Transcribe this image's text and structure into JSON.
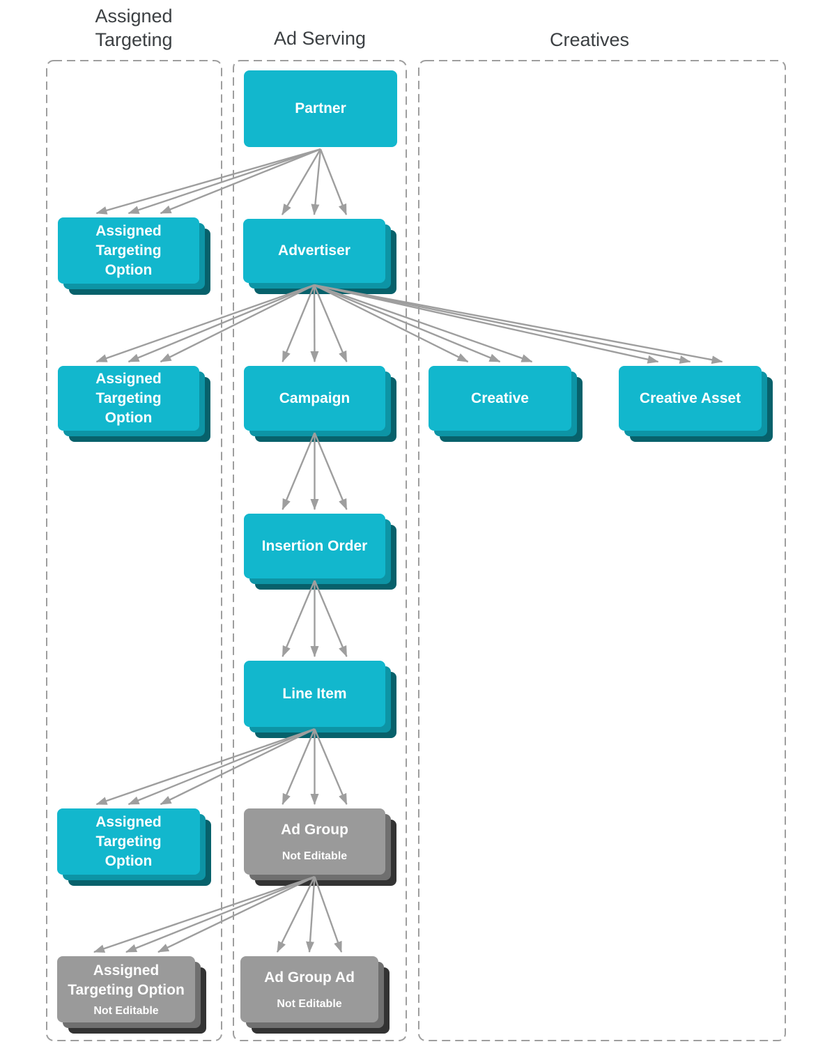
{
  "columns": [
    {
      "id": "assigned-targeting",
      "title": "Assigned Targeting"
    },
    {
      "id": "ad-serving",
      "title": "Ad Serving"
    },
    {
      "id": "creatives",
      "title": "Creatives"
    }
  ],
  "nodes": [
    {
      "id": "partner",
      "column": "ad-serving",
      "label": "Partner",
      "sublabel": "",
      "style": "cyan",
      "stacked": false
    },
    {
      "id": "assigned-targeting-option-1",
      "column": "assigned-targeting",
      "label": "Assigned\nTargeting\nOption",
      "sublabel": "",
      "style": "cyan",
      "stacked": true
    },
    {
      "id": "advertiser",
      "column": "ad-serving",
      "label": "Advertiser",
      "sublabel": "",
      "style": "cyan",
      "stacked": true
    },
    {
      "id": "assigned-targeting-option-2",
      "column": "assigned-targeting",
      "label": "Assigned\nTargeting\nOption",
      "sublabel": "",
      "style": "cyan",
      "stacked": true
    },
    {
      "id": "campaign",
      "column": "ad-serving",
      "label": "Campaign",
      "sublabel": "",
      "style": "cyan",
      "stacked": true
    },
    {
      "id": "creative",
      "column": "creatives",
      "label": "Creative",
      "sublabel": "",
      "style": "cyan",
      "stacked": true
    },
    {
      "id": "creative-asset",
      "column": "creatives",
      "label": "Creative Asset",
      "sublabel": "",
      "style": "cyan",
      "stacked": true
    },
    {
      "id": "insertion-order",
      "column": "ad-serving",
      "label": "Insertion Order",
      "sublabel": "",
      "style": "cyan",
      "stacked": true
    },
    {
      "id": "line-item",
      "column": "ad-serving",
      "label": "Line Item",
      "sublabel": "",
      "style": "cyan",
      "stacked": true
    },
    {
      "id": "assigned-targeting-option-3",
      "column": "assigned-targeting",
      "label": "Assigned\nTargeting\nOption",
      "sublabel": "",
      "style": "cyan",
      "stacked": true
    },
    {
      "id": "ad-group",
      "column": "ad-serving",
      "label": "Ad Group",
      "sublabel": "Not Editable",
      "style": "gray",
      "stacked": true
    },
    {
      "id": "assigned-targeting-option-4",
      "column": "assigned-targeting",
      "label": "Assigned\nTargeting Option",
      "sublabel": "Not Editable",
      "style": "gray",
      "stacked": true
    },
    {
      "id": "ad-group-ad",
      "column": "ad-serving",
      "label": "Ad Group Ad",
      "sublabel": "Not Editable",
      "style": "gray",
      "stacked": true
    }
  ],
  "edges": [
    {
      "from": "partner",
      "to": "assigned-targeting-option-1"
    },
    {
      "from": "partner",
      "to": "advertiser"
    },
    {
      "from": "advertiser",
      "to": "assigned-targeting-option-2"
    },
    {
      "from": "advertiser",
      "to": "campaign"
    },
    {
      "from": "advertiser",
      "to": "creative"
    },
    {
      "from": "advertiser",
      "to": "creative-asset"
    },
    {
      "from": "campaign",
      "to": "insertion-order"
    },
    {
      "from": "insertion-order",
      "to": "line-item"
    },
    {
      "from": "line-item",
      "to": "assigned-targeting-option-3"
    },
    {
      "from": "line-item",
      "to": "ad-group"
    },
    {
      "from": "ad-group",
      "to": "assigned-targeting-option-4"
    },
    {
      "from": "ad-group",
      "to": "ad-group-ad"
    }
  ],
  "colors": {
    "node_cyan": "#12b7cd",
    "node_cyan_mid": "#0d94a5",
    "node_cyan_back": "#07616b",
    "node_gray": "#9a9a9a",
    "node_gray_mid": "#6f6f6f",
    "node_gray_back": "#333333",
    "arrow": "#9e9e9e",
    "column_border": "#9e9e9e",
    "heading_text": "#3c4043",
    "label_text": "#ffffff"
  }
}
